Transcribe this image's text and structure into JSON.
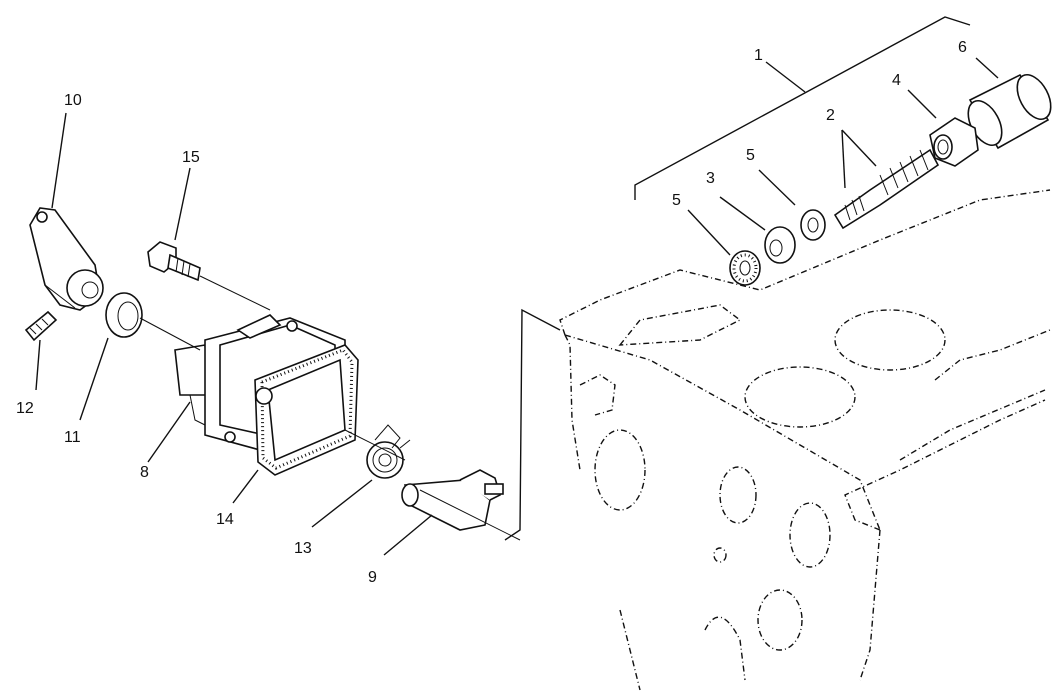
{
  "diagram": {
    "callouts": {
      "c1": "1",
      "c2": "2",
      "c3": "3",
      "c4": "4",
      "c5a": "5",
      "c5b": "5",
      "c6": "6",
      "c8": "8",
      "c9": "9",
      "c10": "10",
      "c11": "11",
      "c12": "12",
      "c13": "13",
      "c14": "14",
      "c15": "15"
    }
  }
}
